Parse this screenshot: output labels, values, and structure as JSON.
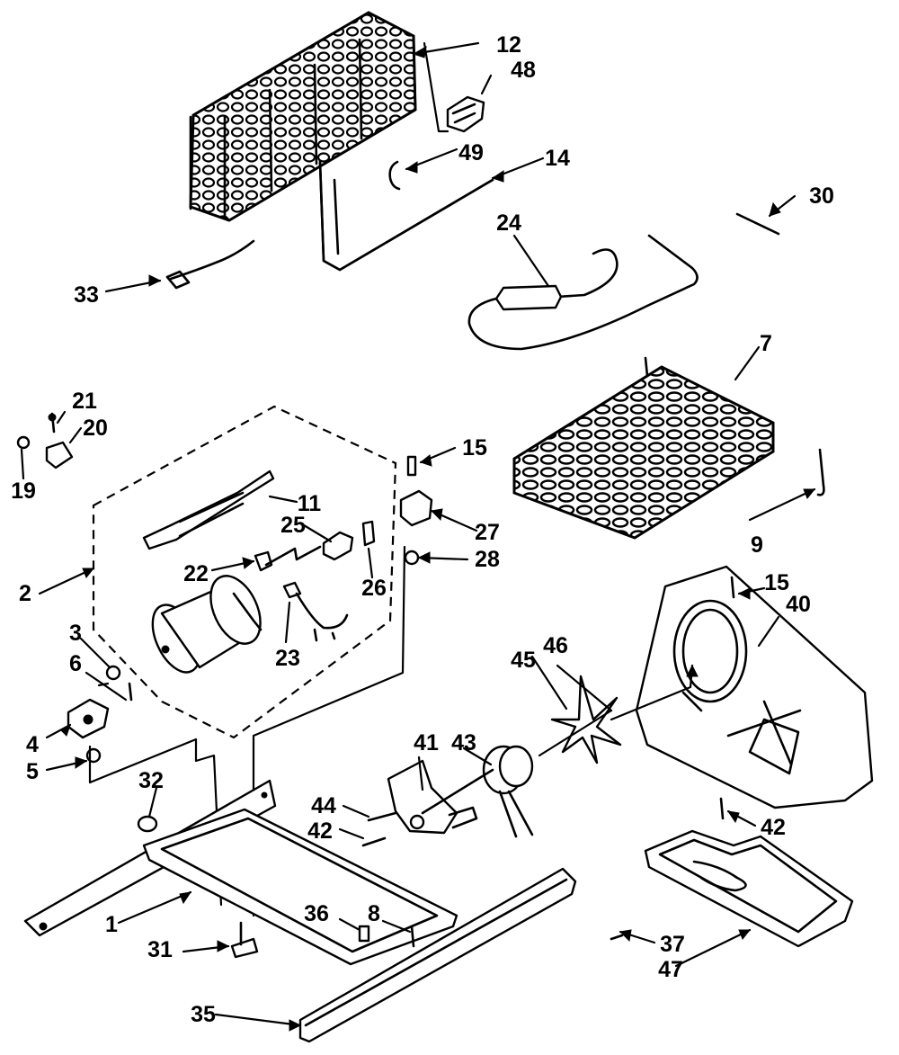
{
  "callouts": {
    "n1": "1",
    "n2": "2",
    "n3": "3",
    "n4": "4",
    "n5": "5",
    "n6": "6",
    "n7": "7",
    "n8": "8",
    "n9": "9",
    "n11": "11",
    "n12": "12",
    "n14": "14",
    "n15a": "15",
    "n15b": "15",
    "n19": "19",
    "n20": "20",
    "n21": "21",
    "n22": "22",
    "n23": "23",
    "n24": "24",
    "n25": "25",
    "n26": "26",
    "n27": "27",
    "n28": "28",
    "n30": "30",
    "n31": "31",
    "n32": "32",
    "n33": "33",
    "n35": "35",
    "n36": "36",
    "n37": "37",
    "n40": "40",
    "n41": "41",
    "n42a": "42",
    "n42b": "42",
    "n43": "43",
    "n44": "44",
    "n45": "45",
    "n46": "46",
    "n47": "47",
    "n48": "48",
    "n49": "49"
  }
}
